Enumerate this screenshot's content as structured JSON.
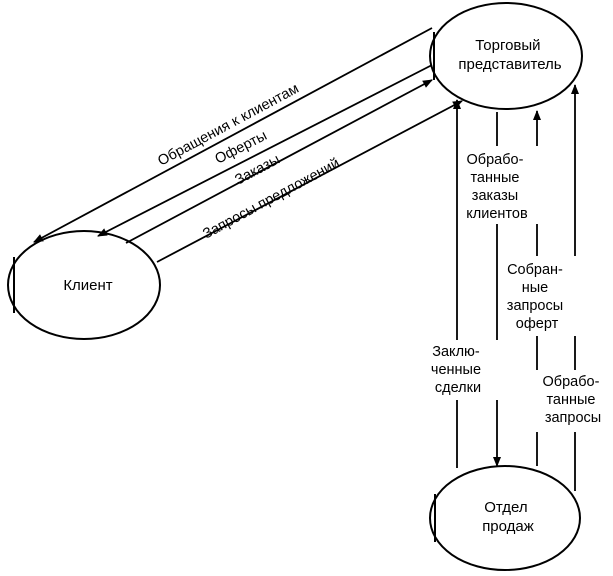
{
  "nodes": {
    "rep": [
      "Торговый",
      "представитель"
    ],
    "client": [
      "Клиент"
    ],
    "sales": [
      "Отдел",
      "продаж"
    ]
  },
  "flows": {
    "client_requests": "Обращения к клиентам",
    "offers": "Оферты",
    "orders": "Заказы",
    "quote_requests": "Запросы предложений",
    "processed_orders": [
      "Обрабо-",
      "танные",
      "заказы",
      "клиентов"
    ],
    "collected_quote_requests": [
      "Собран-",
      "ные",
      "запросы",
      "оферт"
    ],
    "closed_deals": [
      "Заклю-",
      "ченные",
      "сделки"
    ],
    "processed_requests": [
      "Обрабо-",
      "танные",
      "запросы"
    ]
  }
}
